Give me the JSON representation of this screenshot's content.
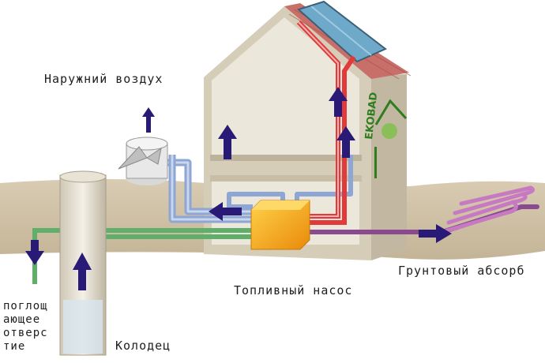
{
  "labels": {
    "outdoor_air": "Наружний воздух",
    "fuel_pump": "Топливный насос",
    "ground_absorber": "Грунтовый абсорб",
    "well": "Колодец",
    "drain_hole_lines": [
      "поглощ",
      "ающее",
      "отверс",
      "тие"
    ]
  },
  "logo": {
    "text": "EKOBAD"
  },
  "colors": {
    "house_wall": "#d6cdb9",
    "house_inner": "#ece7db",
    "roof_tiles": "#c96f6a",
    "solar_panel": "#6fa9c9",
    "ground": "#cdbfa5",
    "pipe_hot": "#e23a3a",
    "pipe_cool": "#8ea6d3",
    "pipe_green": "#5fae6a",
    "pipe_purple": "#8a4a8f",
    "arrow": "#2a1a78",
    "pump": "#f3a10f",
    "logo": "#2f7d1f"
  },
  "icons": [
    "arrow-up-icon",
    "arrow-down-icon",
    "arrow-left-icon",
    "arrow-right-icon",
    "fan-unit-icon",
    "logo-house-icon"
  ]
}
